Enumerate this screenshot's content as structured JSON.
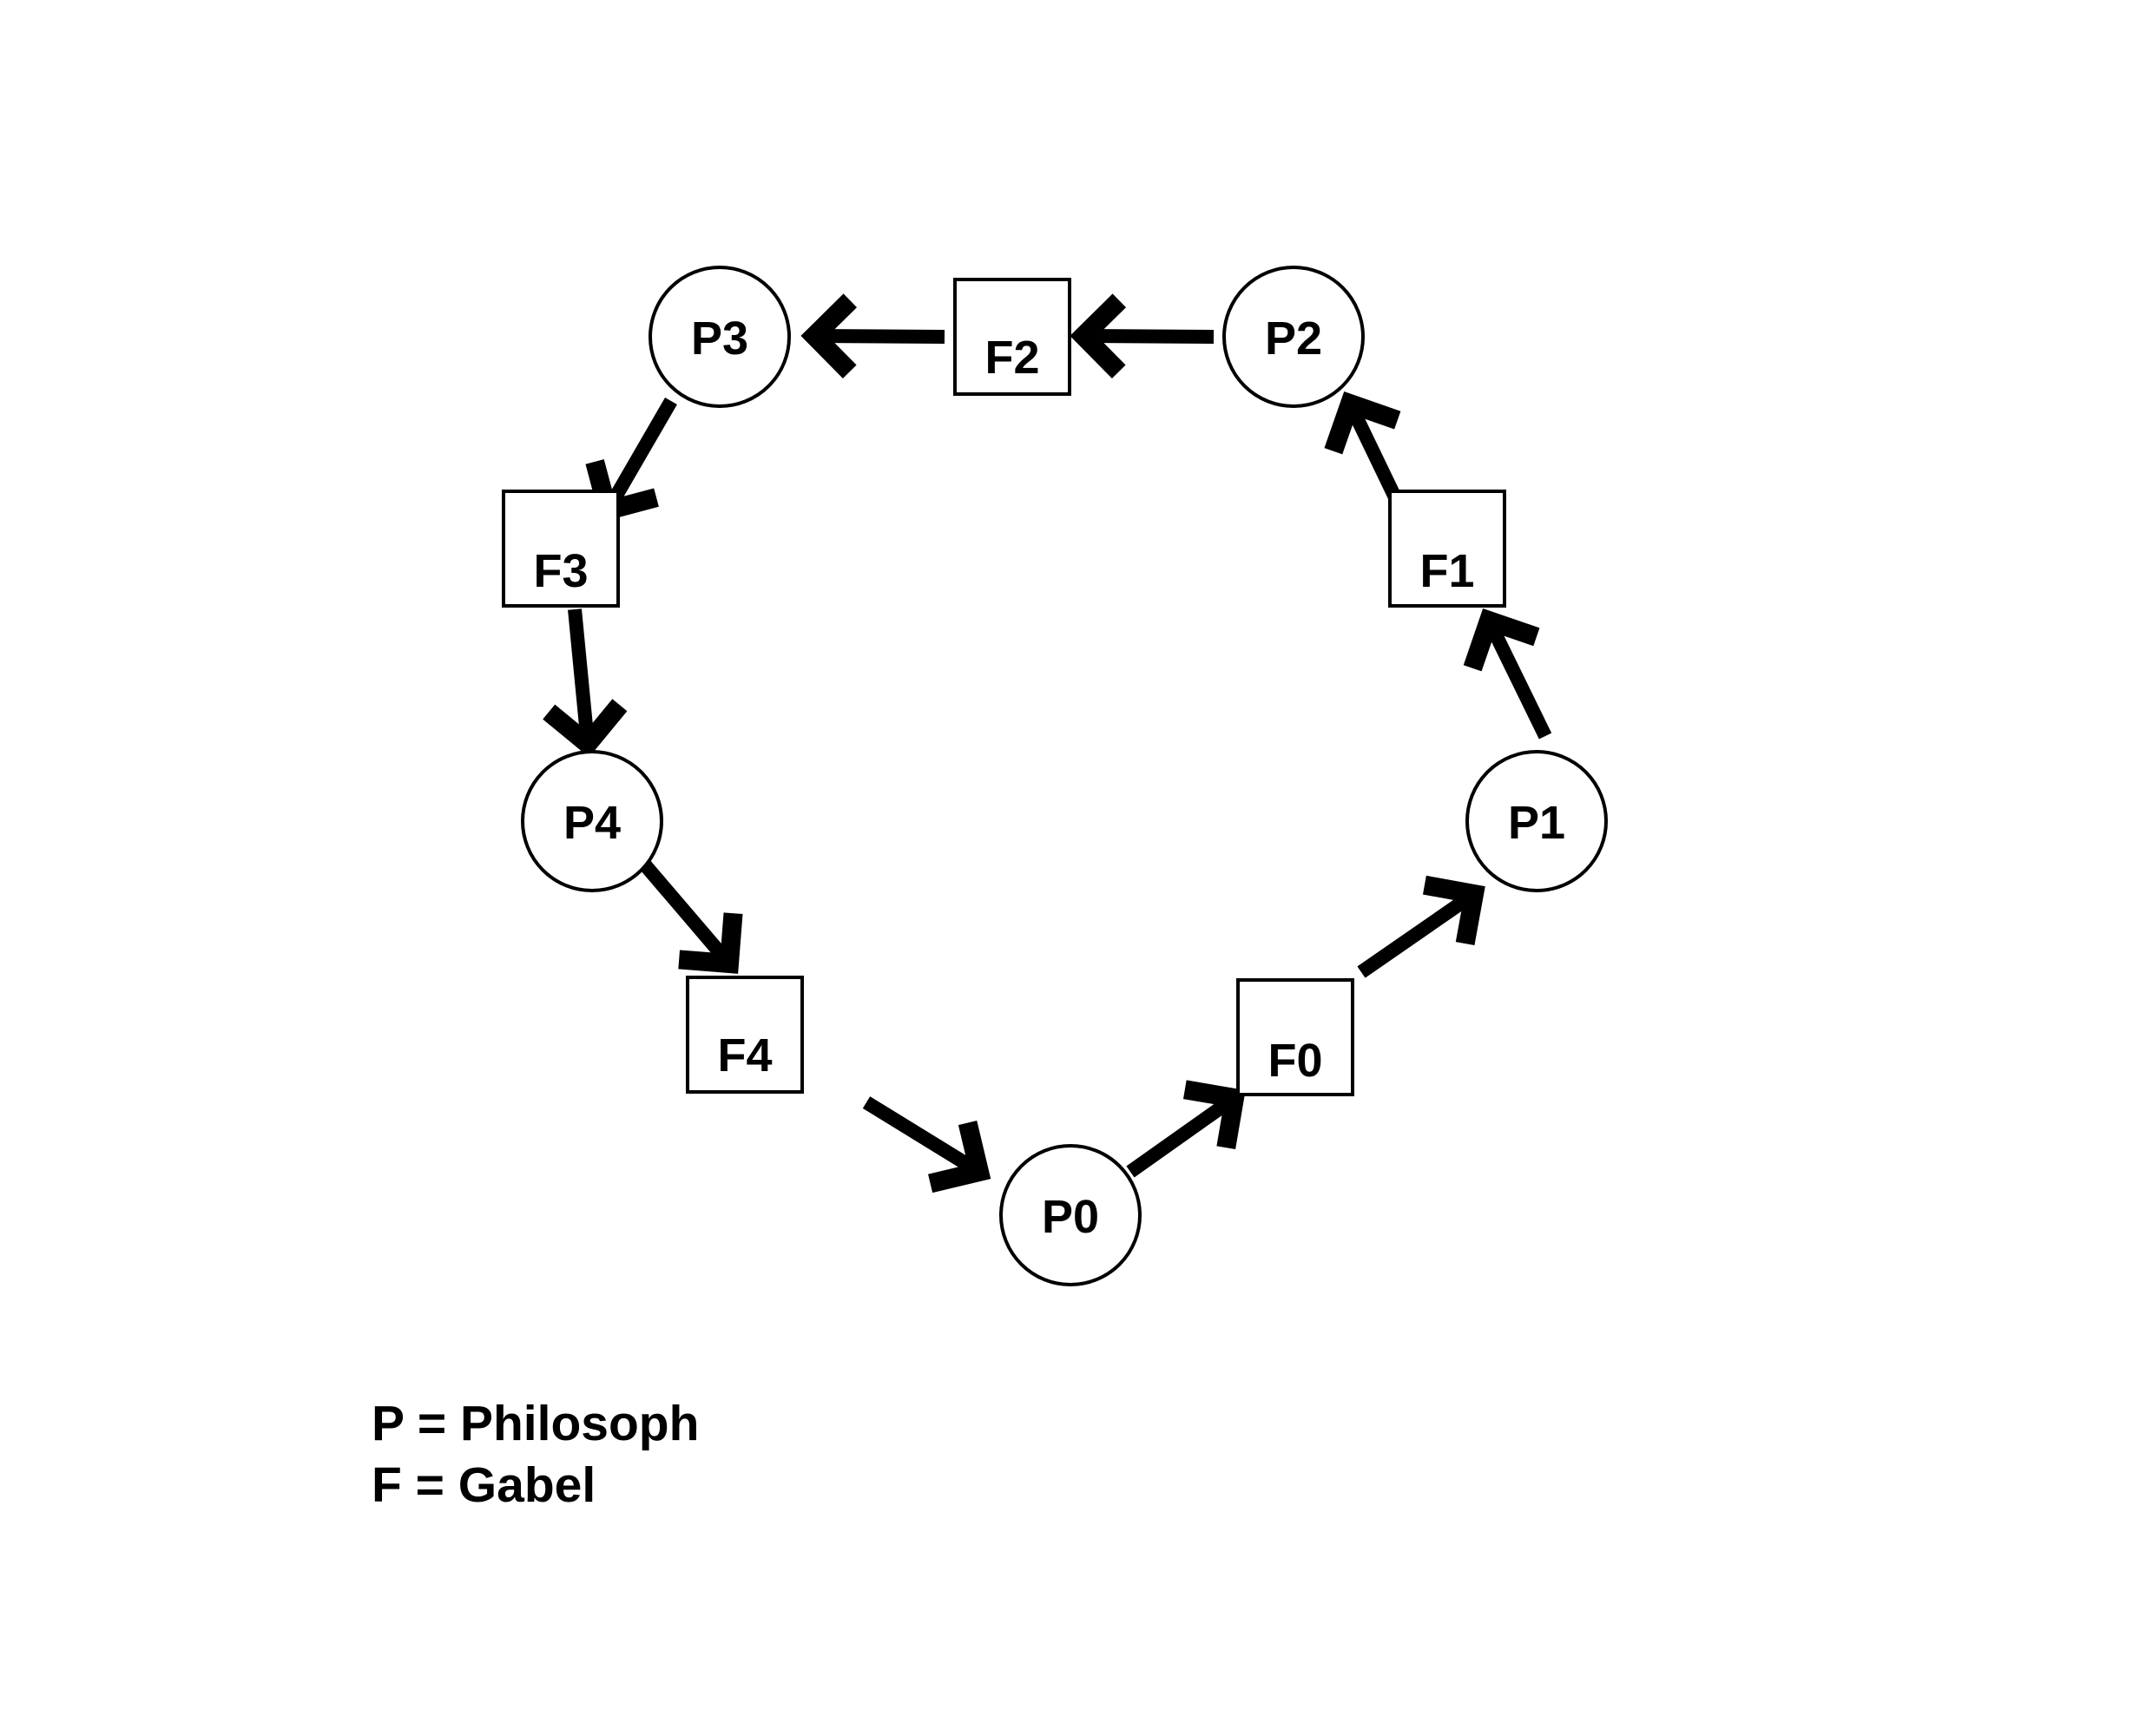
{
  "diagram": {
    "philosophers": [
      {
        "id": "P0",
        "label": "P0"
      },
      {
        "id": "P1",
        "label": "P1"
      },
      {
        "id": "P2",
        "label": "P2"
      },
      {
        "id": "P3",
        "label": "P3"
      },
      {
        "id": "P4",
        "label": "P4"
      }
    ],
    "forks": [
      {
        "id": "F0",
        "label": "F0"
      },
      {
        "id": "F1",
        "label": "F1"
      },
      {
        "id": "F2",
        "label": "F2"
      },
      {
        "id": "F3",
        "label": "F3"
      },
      {
        "id": "F4",
        "label": "F4"
      }
    ],
    "edges": [
      {
        "from": "P0",
        "to": "F0"
      },
      {
        "from": "F0",
        "to": "P1"
      },
      {
        "from": "P1",
        "to": "F1"
      },
      {
        "from": "F1",
        "to": "P2"
      },
      {
        "from": "P2",
        "to": "F2"
      },
      {
        "from": "F2",
        "to": "P3"
      },
      {
        "from": "P3",
        "to": "F3"
      },
      {
        "from": "F3",
        "to": "P4"
      },
      {
        "from": "P4",
        "to": "F4"
      },
      {
        "from": "F4",
        "to": "P0"
      }
    ]
  },
  "legend": {
    "philosopher_line": "P = Philosoph",
    "fork_line": "F = Gabel"
  },
  "colors": {
    "stroke": "#000000",
    "background": "#ffffff"
  }
}
